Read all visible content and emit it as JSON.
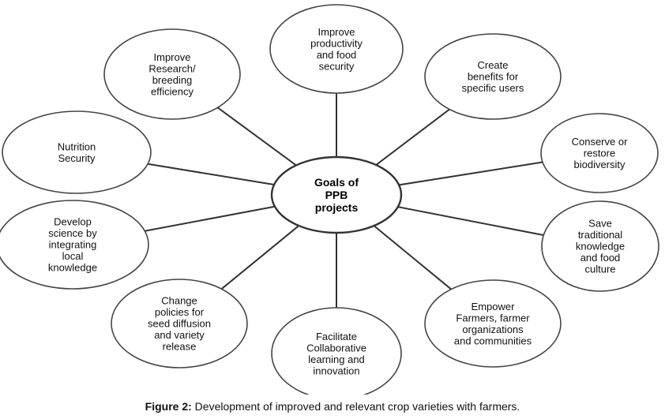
{
  "center": {
    "lines": [
      "Goals of",
      "PPB",
      "projects"
    ]
  },
  "goals": [
    {
      "id": "improve-productivity",
      "lines": [
        "Improve",
        "productivity",
        "and food",
        "security"
      ]
    },
    {
      "id": "create-benefits",
      "lines": [
        "Create",
        "benefits for",
        "specific users"
      ]
    },
    {
      "id": "conserve-biodiversity",
      "lines": [
        "Conserve or",
        "restore",
        "biodiversity"
      ]
    },
    {
      "id": "save-traditional-knowledge",
      "lines": [
        "Save",
        "traditional",
        "knowledge",
        "and food",
        "culture"
      ]
    },
    {
      "id": "empower-farmers",
      "lines": [
        "Empower",
        "Farmers, farmer",
        "organizations",
        "and communities"
      ]
    },
    {
      "id": "facilitate-learning",
      "lines": [
        "Facilitate",
        "Collaborative",
        "learning and",
        "innovation"
      ]
    },
    {
      "id": "change-policies",
      "lines": [
        "Change",
        "policies for",
        "seed diffusion",
        "and variety",
        "release"
      ]
    },
    {
      "id": "develop-science",
      "lines": [
        "Develop",
        "science by",
        "integrating",
        "local",
        "knowledge"
      ]
    },
    {
      "id": "nutrition-security",
      "lines": [
        "Nutrition",
        "Security"
      ]
    },
    {
      "id": "improve-research",
      "lines": [
        "Improve",
        "Research/",
        "breeding",
        "efficiency"
      ]
    }
  ],
  "caption": {
    "lead": "Figure 2:",
    "text": " Development of improved and relevant crop varieties with farmers."
  }
}
